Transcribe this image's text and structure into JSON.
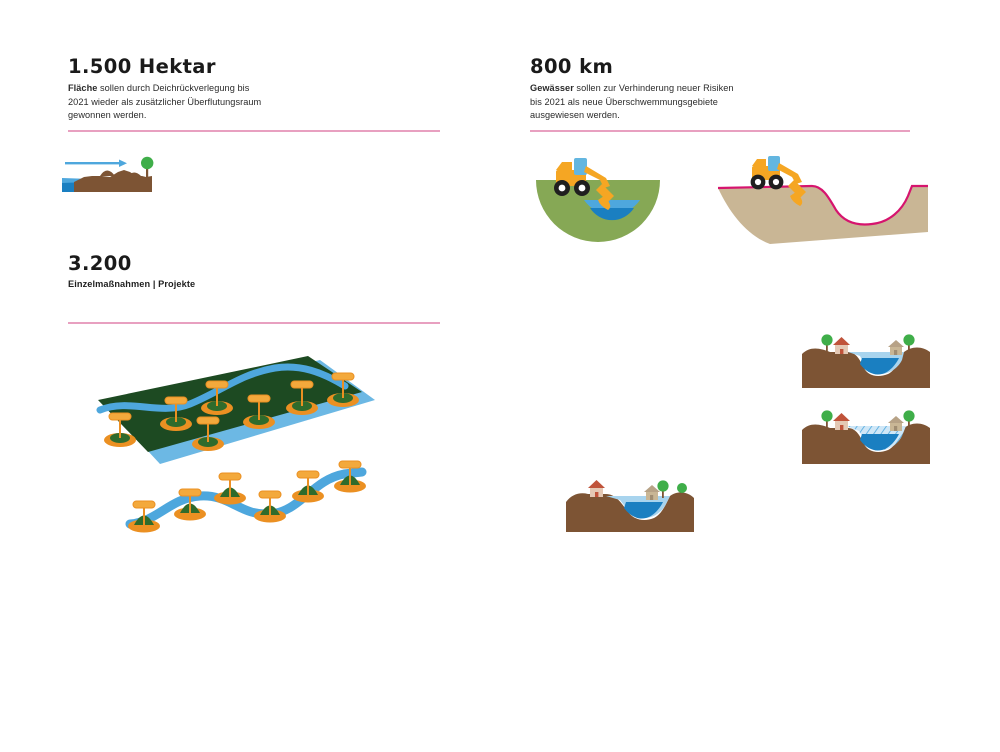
{
  "palette": {
    "pink_rule": "#e8a0c0",
    "magenta_outline": "#d6146e",
    "earth_brown": "#7d5434",
    "grass_green": "#86a855",
    "dark_green": "#1d4a22",
    "water_blue": "#4ea7dd",
    "water_deep": "#1a7fc1",
    "sand_tan": "#c9b695",
    "machine_orange": "#f5a623",
    "machine_cab_blue": "#63b6e0",
    "tree_green": "#3fae49",
    "house_wall": "#e4c8b4",
    "house_roof": "#c0533a",
    "marker_orange": "#eb9022",
    "text_dark": "#1a1a1a"
  },
  "blocks": [
    {
      "id": "flaeche",
      "headline": "1.500 Hektar",
      "lead": "Fläche",
      "body": " sollen durch Deichrückverlegung bis 2021 wieder als zusätzlicher Überflutungsraum gewonnen werden."
    },
    {
      "id": "gewaesser",
      "headline": "800 km",
      "lead": "Gewässer",
      "body": " sollen zur Verhinderung neuer Risiken bis 2021 als neue Überschwemmungsgebiete ausgewiesen werden."
    },
    {
      "id": "massnahmen",
      "headline": "3.200",
      "lead": "Einzelmaßnahmen | Projekte",
      "body": ""
    }
  ],
  "illustrations": {
    "dike_relocation": {
      "name": "dike-relocation-cross-section",
      "elements": [
        "water",
        "flow-arrow",
        "old-dike-mound",
        "new-dike-mound",
        "tree",
        "earth-bank"
      ]
    },
    "excavator_green_bowl": {
      "name": "excavator-digging-green-basin",
      "elements": [
        "green-half-circle",
        "excavator",
        "water-pool"
      ]
    },
    "excavator_tan_profile": {
      "name": "excavator-shaping-floodplain-profile",
      "elements": [
        "tan-landform",
        "magenta-profile-outline",
        "excavator"
      ]
    },
    "terrain_3d": {
      "name": "floodplain-3d-terrain-with-project-markers",
      "marker_count": 7
    },
    "river_markers": {
      "name": "river-course-with-project-markers",
      "marker_count": 6
    },
    "valley_normal_a": {
      "name": "valley-cross-section-normal-water-level",
      "elements": [
        "earth-bank",
        "river",
        "house-left",
        "house-right",
        "tree-left",
        "tree-right"
      ]
    },
    "valley_flooded": {
      "name": "valley-cross-section-flooded-hatched",
      "elements": [
        "earth-bank",
        "river",
        "flood-hatch-area",
        "house-left",
        "house-right",
        "tree-left",
        "tree-right"
      ]
    },
    "valley_normal_b": {
      "name": "valley-cross-section-normal-water-level-wide",
      "elements": [
        "earth-bank",
        "river",
        "house-left",
        "house-right",
        "tree-left",
        "tree-right"
      ]
    }
  }
}
